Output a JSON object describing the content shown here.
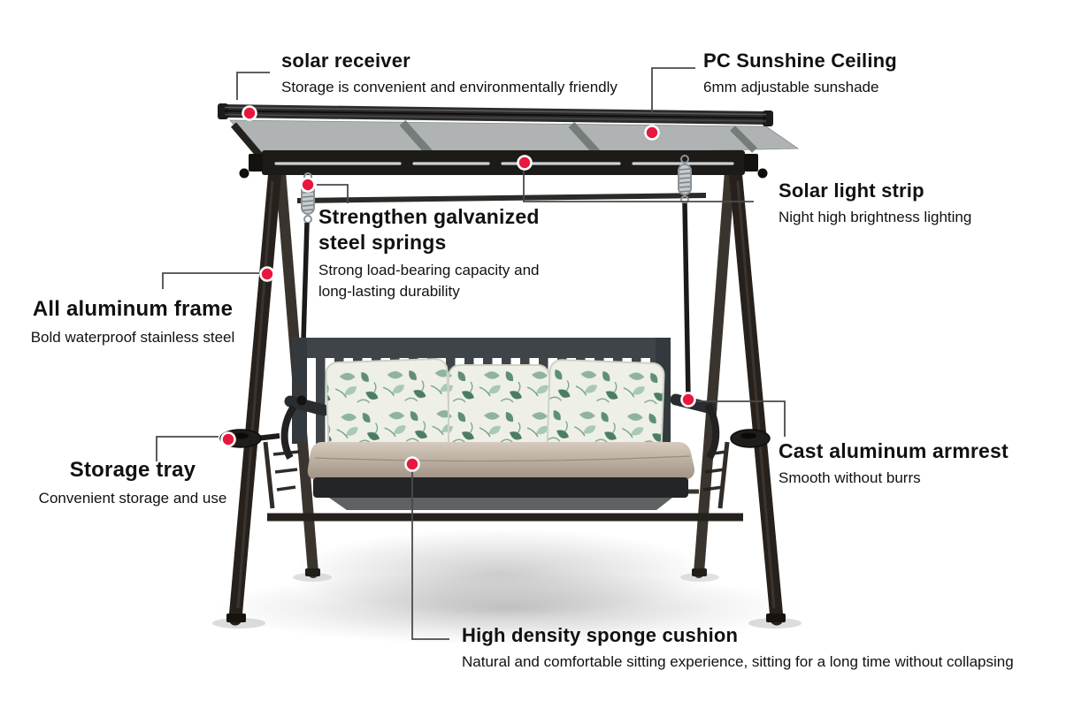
{
  "page": {
    "background": "#ffffff",
    "kind": "product-feature-callout-diagram",
    "subject": "outdoor-canopy-swing-chair"
  },
  "colors": {
    "accent_red": "#e8173f",
    "connector_gray": "#4a4a4a",
    "text_black": "#111111",
    "frame_dark": "#26211d",
    "bench_charcoal": "#3f4449",
    "cushion_taupe": "#b5a898",
    "pillow_cream": "#eef0e8",
    "leaf_green": "#5f8f72",
    "panel_gray": "#a9adae"
  },
  "annotations": {
    "solar_receiver": {
      "title": "solar receiver",
      "subtitle": "Storage is convenient and environmentally friendly"
    },
    "pc_ceiling": {
      "title": "PC Sunshine Ceiling",
      "subtitle": "6mm adjustable sunshade"
    },
    "solar_strip": {
      "title": "Solar light strip",
      "subtitle": "Night high brightness lighting"
    },
    "springs": {
      "title": "Strengthen galvanized steel springs",
      "subtitle": "Strong load-bearing capacity and long-lasting durability"
    },
    "frame": {
      "title": "All aluminum frame",
      "subtitle": "Bold waterproof stainless steel"
    },
    "tray": {
      "title": "Storage tray",
      "subtitle": "Convenient storage and use"
    },
    "armrest": {
      "title": "Cast aluminum armrest",
      "subtitle": "Smooth without burrs"
    },
    "cushion": {
      "title": "High density sponge cushion",
      "subtitle": "Natural and comfortable sitting experience, sitting for a long time without collapsing"
    }
  }
}
